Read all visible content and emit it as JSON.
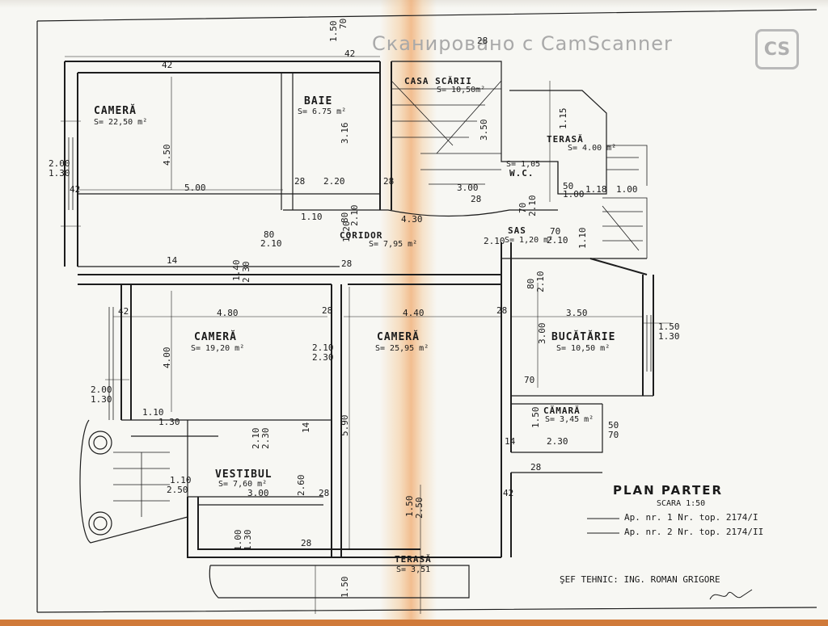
{
  "watermark": {
    "logo": "CS",
    "text": "Сканировано с CamScanner"
  },
  "rooms": {
    "camera_nw": {
      "name": "CAMERĂ",
      "area": "S= 22,50 m²"
    },
    "baie": {
      "name": "BAIE",
      "area": "S= 6.75 m²"
    },
    "casa_scarii": {
      "name": "CASA SCĂRII",
      "area": "S= 10,50m²"
    },
    "terasa_ne": {
      "name": "TERASĂ",
      "area": "S= 4.00 m²"
    },
    "wc": {
      "name": "W.C.",
      "area": "S= 1,05"
    },
    "coridor": {
      "name": "CORIDOR",
      "area": "S= 7,95 m²"
    },
    "sas": {
      "name": "SAS",
      "area": "S= 1,20 m²"
    },
    "camera_w": {
      "name": "CAMERĂ",
      "area": "S= 19,20 m²"
    },
    "camera_c": {
      "name": "CAMERĂ",
      "area": "S= 25,95 m²"
    },
    "bucatarie": {
      "name": "BUCĂTĂRIE",
      "area": "S= 10,50 m²"
    },
    "camara": {
      "name": "CĂMARĂ",
      "area": "S= 3,45 m²"
    },
    "vestibul": {
      "name": "VESTIBUL",
      "area": "S= 7,60 m²"
    },
    "terasa_s": {
      "name": "TERASĂ",
      "area": "S= 3,51"
    }
  },
  "dims": {
    "d42a": "42",
    "d150a": "1.50",
    "d70a": "70",
    "d42b": "42",
    "d28a": "28",
    "d450": "4.50",
    "d316": "3.16",
    "d200a": "2.00",
    "d130a": "1.30",
    "d42c": "42",
    "d500": "5.00",
    "d28b": "28",
    "d220": "2.20",
    "d28c": "28",
    "d300a": "3.00",
    "d110a": "1.10",
    "d80a": "80",
    "d210a": "2.10",
    "d430": "4.30",
    "d70b": "70",
    "d210b": "2.10",
    "d80b": "80",
    "d210c": "2.10",
    "d210d": "2.10",
    "d70c": "70",
    "d210e": "2.10",
    "d120": "1.20",
    "d14a": "14",
    "d140": "1.40",
    "d230a": "2.30",
    "d28d": "28",
    "d80c": "80",
    "d210f": "2.10",
    "d42d": "42",
    "d480": "4.80",
    "d28e": "28",
    "d440": "4.40",
    "d28f": "28",
    "d350": "3.50",
    "d28g": "28",
    "d150b": "1.50",
    "d130b": "1.30",
    "d300b": "3.00",
    "d400": "4.00",
    "d210g": "2.10",
    "d230b": "2.30",
    "d200b": "2.00",
    "d130c": "1.30",
    "d590": "5.90",
    "d14b": "14",
    "d70d": "70",
    "d150c": "1.50",
    "d14c": "14",
    "d230c": "2.30",
    "d50a": "50",
    "d70e": "70",
    "d28h": "28",
    "d42e": "42",
    "d110b": "1.10",
    "d130d": "1.30",
    "d210h": "2.10",
    "d230d": "2.30",
    "d110c": "1.10",
    "d250": "2.50",
    "d260": "2.60",
    "d300c": "3.00",
    "d28i": "28",
    "d150d": "1.50",
    "d250b": "2.50",
    "d100": "1.00",
    "d130e": "1.30",
    "d28j": "28",
    "d150e": "1.50",
    "d115": "1.15",
    "d350b": "3.50",
    "d50b": "50",
    "d100b": "1.00",
    "d118": "1.18",
    "d100c": "1.00",
    "d110d": "1.10"
  },
  "title": {
    "main": "PLAN PARTER",
    "scale": "SCARA 1:50"
  },
  "legend": [
    {
      "text": "Ap. nr. 1   Nr. top. 2174/I"
    },
    {
      "text": "Ap. nr. 2   Nr. top. 2174/II"
    }
  ],
  "signature_line": "ŞEF TEHNIC: ING. ROMAN GRIGORE"
}
